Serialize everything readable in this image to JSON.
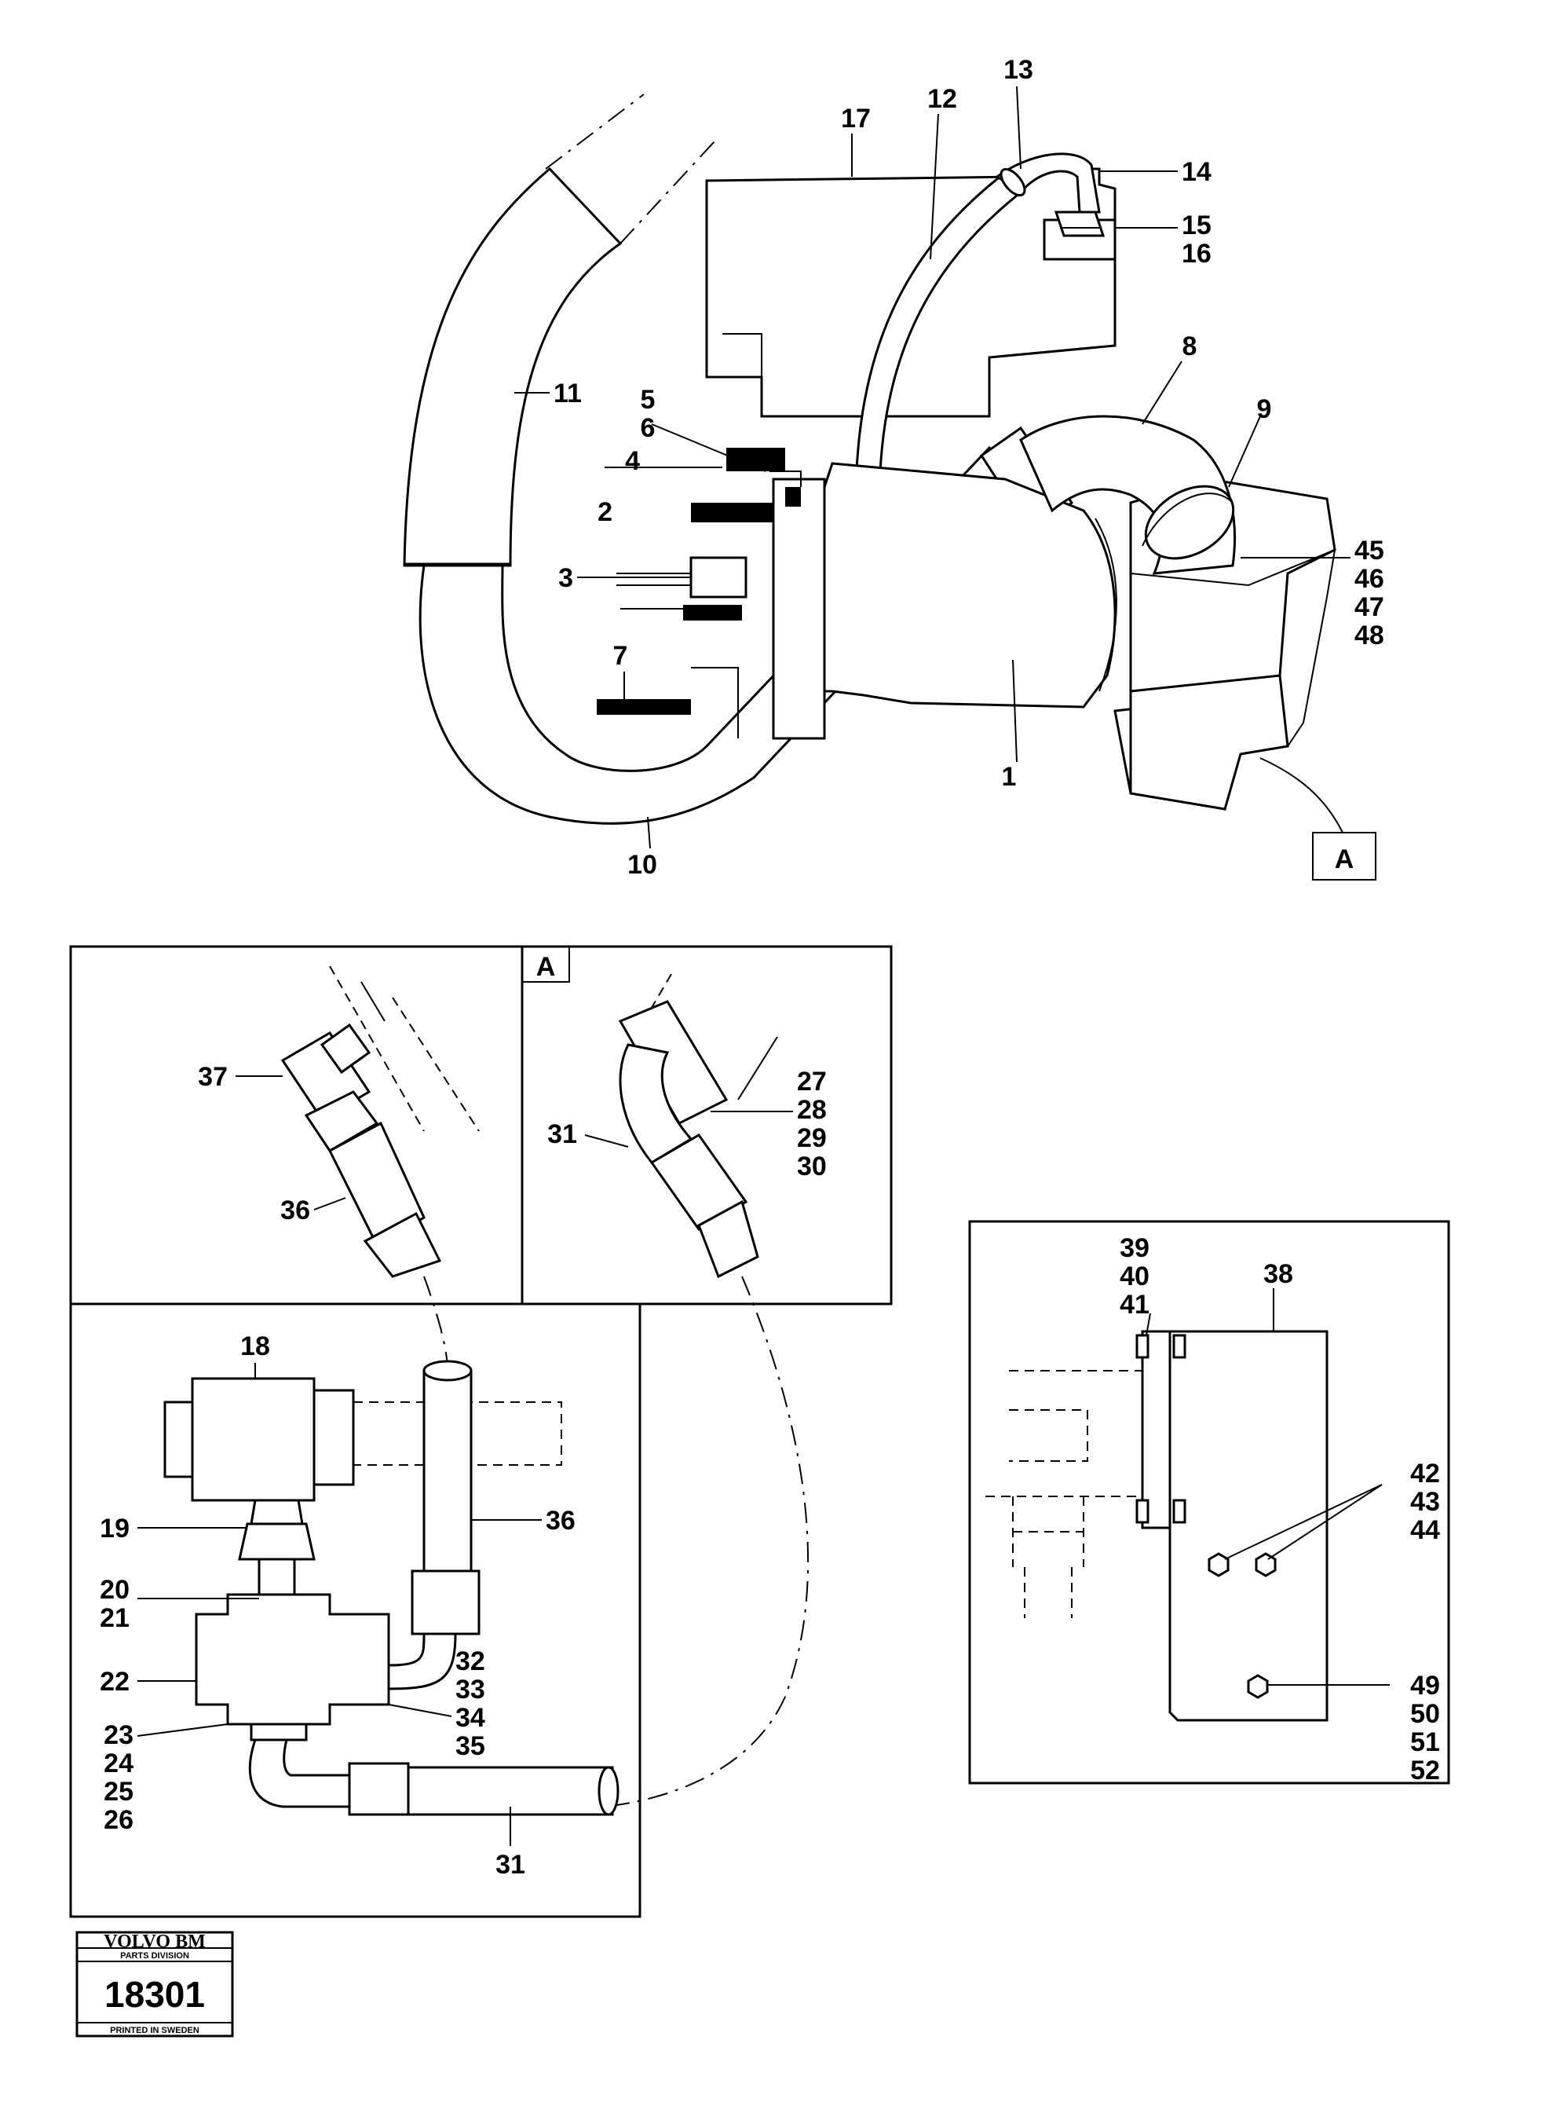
{
  "callouts": {
    "c1": "1",
    "c2": "2",
    "c3": "3",
    "c4": "4",
    "c5": "5",
    "c6": "6",
    "c7": "7",
    "c8": "8",
    "c9": "9",
    "c10": "10",
    "c11": "11",
    "c12": "12",
    "c13": "13",
    "c14": "14",
    "c15": "15",
    "c16": "16",
    "c17": "17",
    "c18": "18",
    "c19": "19",
    "c20": "20",
    "c21": "21",
    "c22": "22",
    "c23": "23",
    "c24": "24",
    "c25": "25",
    "c26": "26",
    "c27": "27",
    "c28": "28",
    "c29": "29",
    "c30": "30",
    "c31a": "31",
    "c31b": "31",
    "c32": "32",
    "c33": "33",
    "c34": "34",
    "c35": "35",
    "c36a": "36",
    "c36b": "36",
    "c37": "37",
    "c38": "38",
    "c39": "39",
    "c40": "40",
    "c41": "41",
    "c42": "42",
    "c43": "43",
    "c44": "44",
    "c45": "45",
    "c46": "46",
    "c47": "47",
    "c48": "48",
    "c49": "49",
    "c50": "50",
    "c51": "51",
    "c52": "52"
  },
  "detail_refs": {
    "main_ref": "A",
    "inset_ref": "A"
  },
  "stamp": {
    "brand": "VOLVO BM",
    "division": "PARTS DIVISION",
    "number": "18301",
    "printed": "PRINTED IN SWEDEN"
  }
}
